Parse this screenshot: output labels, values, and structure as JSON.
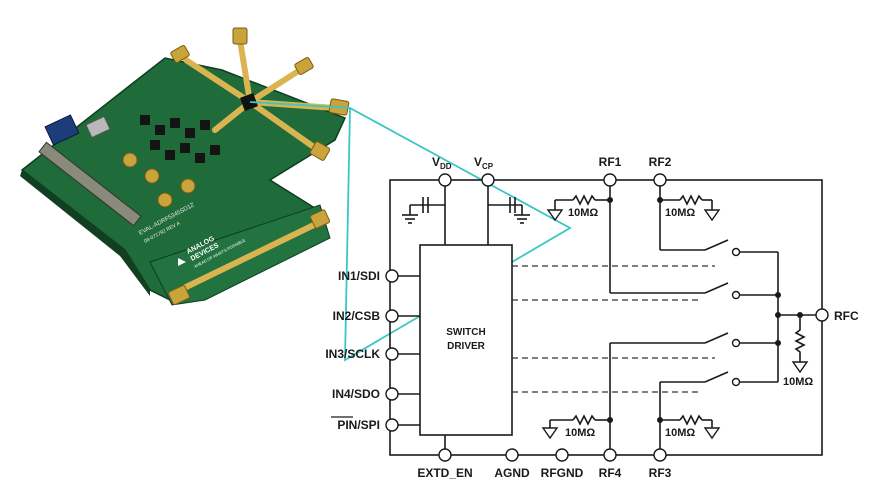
{
  "pins": {
    "vdd": "V",
    "vdd_sub": "DD",
    "vcp": "V",
    "vcp_sub": "CP",
    "rf1": "RF1",
    "rf2": "RF2",
    "rf3": "RF3",
    "rf4": "RF4",
    "rfc": "RFC",
    "in1": "IN1/SDI",
    "in2": "IN2/CSB",
    "in3": "IN3/SCLK",
    "in4": "IN4/SDO",
    "pin_spi": "PIN/SPI",
    "extd_en": "EXTD_EN",
    "agnd": "AGND",
    "rfgnd": "RFGND"
  },
  "resistor": "10MΩ",
  "block": {
    "line1": "SWITCH",
    "line2": "DRIVER"
  },
  "board": {
    "silk1": "EVAL-ADRF5345SD1Z",
    "silk2": "08-071792 REV A",
    "brand1": "ANALOG",
    "brand2": "DEVICES",
    "brand3": "AHEAD OF WHAT'S POSSIBLE"
  },
  "colors": {
    "pcb": "#1f6b3a",
    "gold": "#d9b451",
    "callout": "#39c6c6",
    "line": "#1a1a1a"
  }
}
